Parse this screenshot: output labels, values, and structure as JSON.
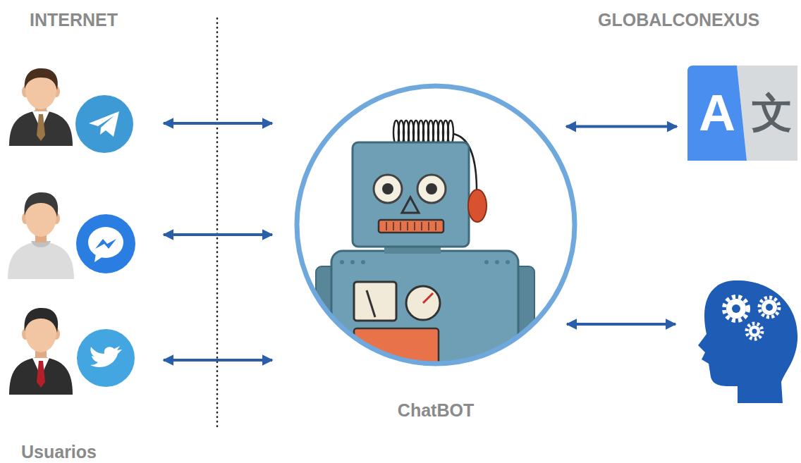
{
  "diagram": {
    "nodes": [
      {
        "text": [
          "ChatBOT"
        ]
      },
      {
        "text": [
          "A",
          "文"
        ]
      }
    ],
    "edges": [
      {
        "from": 0,
        "to": 1,
        "arrow": "both"
      }
    ],
    "labels": [
      "INTERNET",
      "GLOBALCONEXUS",
      "Usuarios"
    ]
  }
}
